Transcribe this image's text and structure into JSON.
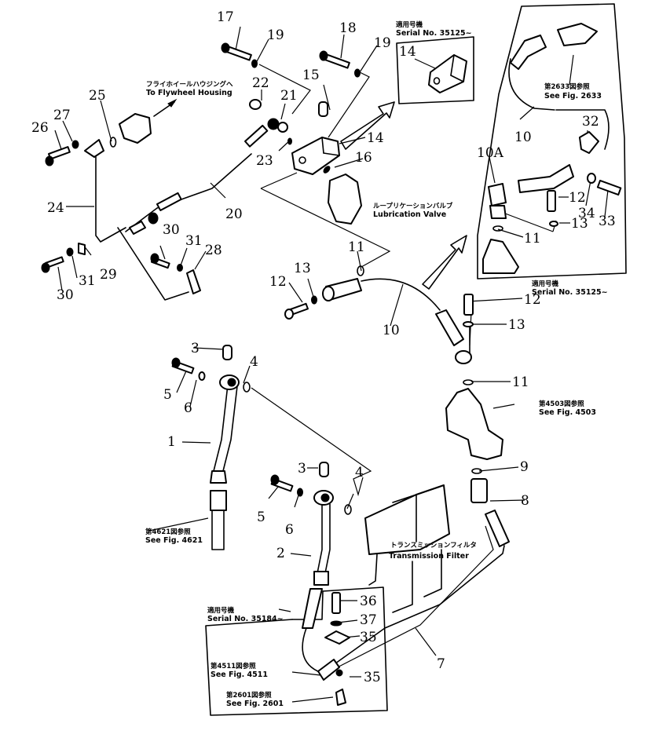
{
  "diagram": {
    "title": "Lubrication and transmission filter piping parts diagram",
    "callouts": {
      "c1": "1",
      "c2": "2",
      "c3a": "3",
      "c3b": "3",
      "c4a": "4",
      "c4b": "4",
      "c5a": "5",
      "c5b": "5",
      "c6a": "6",
      "c6b": "6",
      "c7": "7",
      "c8": "8",
      "c9": "9",
      "c10a": "10",
      "c10b": "10",
      "c10A": "10A",
      "c11a": "11",
      "c11b": "11",
      "c11c": "11",
      "c12a": "12",
      "c12b": "12",
      "c12c": "12",
      "c13a": "13",
      "c13b": "13",
      "c13c": "13",
      "c14a": "14",
      "c14b": "14",
      "c15": "15",
      "c16": "16",
      "c17": "17",
      "c18": "18",
      "c19a": "19",
      "c19b": "19",
      "c20": "20",
      "c21": "21",
      "c22": "22",
      "c23": "23",
      "c24": "24",
      "c25": "25",
      "c26": "26",
      "c27": "27",
      "c28": "28",
      "c29": "29",
      "c30a": "30",
      "c30b": "30",
      "c31a": "31",
      "c31b": "31",
      "c32": "32",
      "c33": "33",
      "c34": "34",
      "c35a": "35",
      "c35b": "35",
      "c36": "36",
      "c37": "37"
    },
    "notes": {
      "flywheel_jp": "フライホイールハウジングへ",
      "flywheel_en": "To Flywheel Housing",
      "lubvalve_jp": "ループリケーションバルブ",
      "lubvalve_en": "Lubrication Valve",
      "serial_top_jp": "適用号機",
      "serial_top_en": "Serial No. 35125~",
      "fig2633_jp": "第2633図参照",
      "fig2633_en": "See Fig. 2633",
      "serial_right_jp": "適用号機",
      "serial_right_en": "Serial No. 35125~",
      "fig4503_jp": "第4503図参照",
      "fig4503_en": "See Fig. 4503",
      "transfilter_jp": "トランスミッションフィルタ",
      "transfilter_en": "Transmission Filter",
      "fig4621_jp": "第4621図参照",
      "fig4621_en": "See Fig. 4621",
      "serial_bottom_jp": "適用号機",
      "serial_bottom_en": "Serial No. 35184~",
      "fig4511_jp": "第4511図参照",
      "fig4511_en": "See Fig. 4511",
      "fig2601_jp": "第2601図参照",
      "fig2601_en": "See Fig. 2601"
    }
  }
}
